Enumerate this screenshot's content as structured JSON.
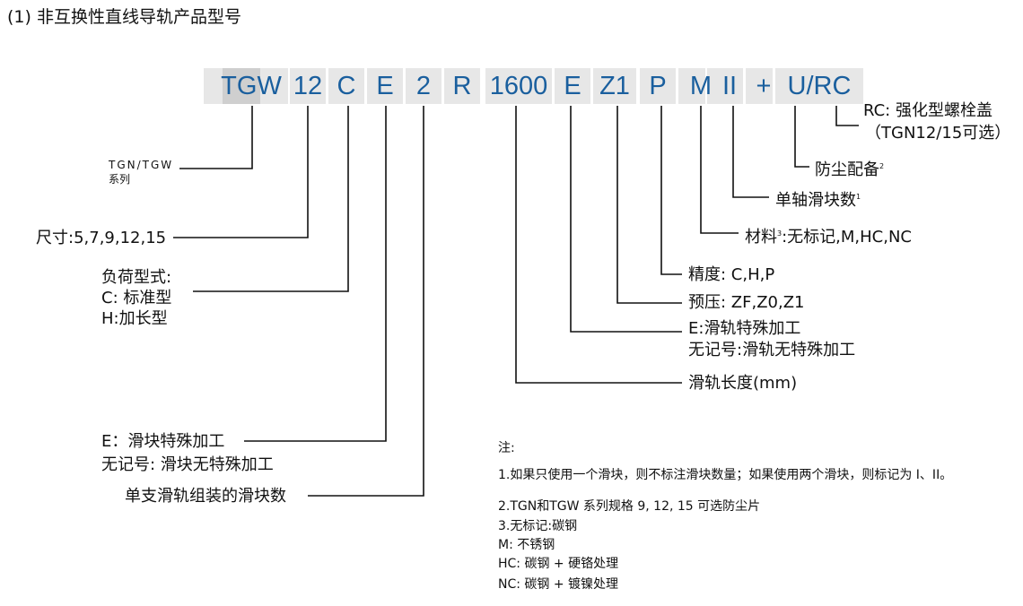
{
  "heading": "(1)  非互换性直线导轨产品型号",
  "code": {
    "series": "TGW",
    "size": "12",
    "load": "C",
    "block_proc": "E",
    "block_count": "2",
    "type": "R",
    "length": "1600",
    "rail_proc": "E",
    "preload": "Z1",
    "precision": "P",
    "material": "M",
    "blocks_per_axis": "II",
    "plus": "+",
    "dust": "U/RC"
  },
  "labels": {
    "series_line1": "TGN/TGW",
    "series_line2": "系列",
    "size": "尺寸:5,7,9,12,15",
    "load_line1": "负荷型式:",
    "load_line2": "C: 标准型",
    "load_line3": "H:加长型",
    "block_proc_line1": "E：滑块特殊加工",
    "block_proc_line2": "无记号: 滑块无特殊加工",
    "block_count": "单支滑轨组装的滑块数",
    "rc_line1": "RC: 强化型螺栓盖",
    "rc_line2": "（TGN12/15可选）",
    "dust": "防尘配备",
    "dust_mark": "2",
    "axis": "单轴滑块数",
    "axis_mark": "1",
    "material_prefix": "材料",
    "material_mark": "3",
    "material": ":无标记,M,HC,NC",
    "precision": "精度: C,H,P",
    "preload": "预压: ZF,Z0,Z1",
    "rail_proc_line1": "E:滑轨特殊加工",
    "rail_proc_line2": "无记号:滑轨无特殊加工",
    "length": "滑轨长度(mm)"
  },
  "notes": {
    "title": "注:",
    "n1": "1.如果只使用一个滑块，则不标注滑块数量；如果使用两个滑块，则标记为 I、II。",
    "n2": "2.TGN和TGW 系列规格 9, 12, 15 可选防尘片",
    "n3": "3.无标记:碳钢",
    "n4": "M: 不锈钢",
    "n5": "HC: 碳钢 + 硬铬处理",
    "n6": "NC: 碳钢 + 镀镍处理"
  }
}
